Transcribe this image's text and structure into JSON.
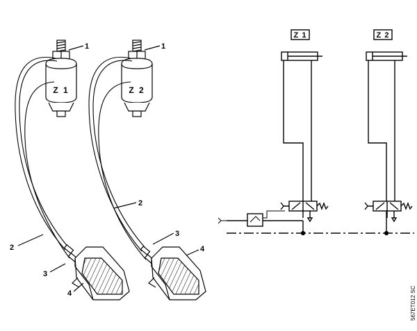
{
  "left_drawing": {
    "valve_1": {
      "label": "Z 1"
    },
    "valve_2": {
      "label": "Z 2"
    },
    "callouts": [
      {
        "id": "c1a",
        "text": "1"
      },
      {
        "id": "c1b",
        "text": "1"
      },
      {
        "id": "c2a",
        "text": "2"
      },
      {
        "id": "c2b",
        "text": "2"
      },
      {
        "id": "c3a",
        "text": "3"
      },
      {
        "id": "c3b",
        "text": "3"
      },
      {
        "id": "c4a",
        "text": "4"
      },
      {
        "id": "c4b",
        "text": "4"
      }
    ]
  },
  "schematic": {
    "cylinder_1": {
      "label": "Z 1"
    },
    "cylinder_2": {
      "label": "Z 2"
    }
  },
  "reference_code": "567ET012 SC"
}
